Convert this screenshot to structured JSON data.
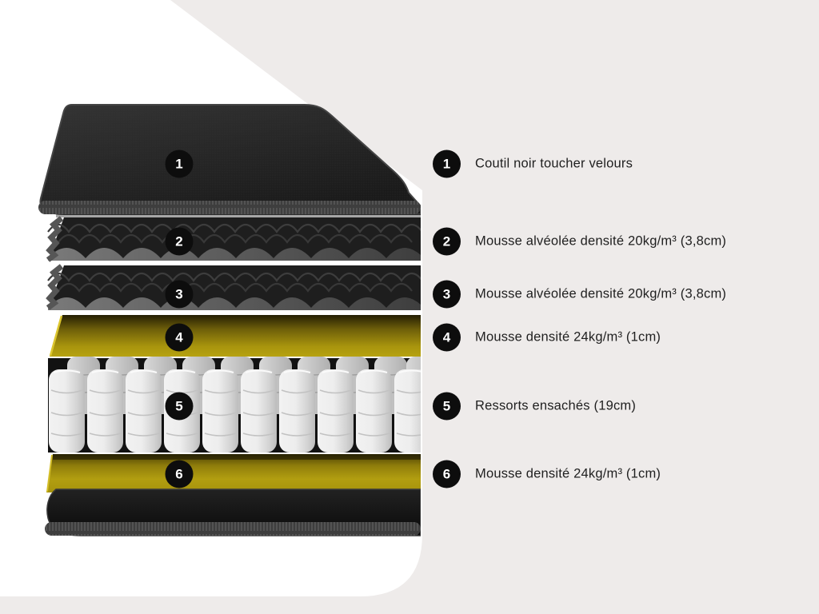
{
  "legend": {
    "items": [
      {
        "number": "1",
        "label": "Coutil noir toucher velours"
      },
      {
        "number": "2",
        "label": "Mousse alvéolée densité 20kg/m³ (3,8cm)"
      },
      {
        "number": "3",
        "label": "Mousse alvéolée densité 20kg/m³ (3,8cm)"
      },
      {
        "number": "4",
        "label": "Mousse densité 24kg/m³ (1cm)"
      },
      {
        "number": "5",
        "label": "Ressorts ensachés (19cm)"
      },
      {
        "number": "6",
        "label": "Mousse densité 24kg/m³ (1cm)"
      }
    ]
  },
  "colors": {
    "page_background": "#EEEBEA",
    "panel_white": "#FFFFFF",
    "badge_black": "#0D0D0D",
    "badge_text": "#FFFFFF",
    "label_text": "#1F1F1F",
    "cover_dark": "#262626",
    "foam_dark": "#1F1F1F",
    "foam_wave_gray": "#5A5A5A",
    "foam_yellow": "#B3A00E",
    "spring_white": "#ECECEC"
  }
}
